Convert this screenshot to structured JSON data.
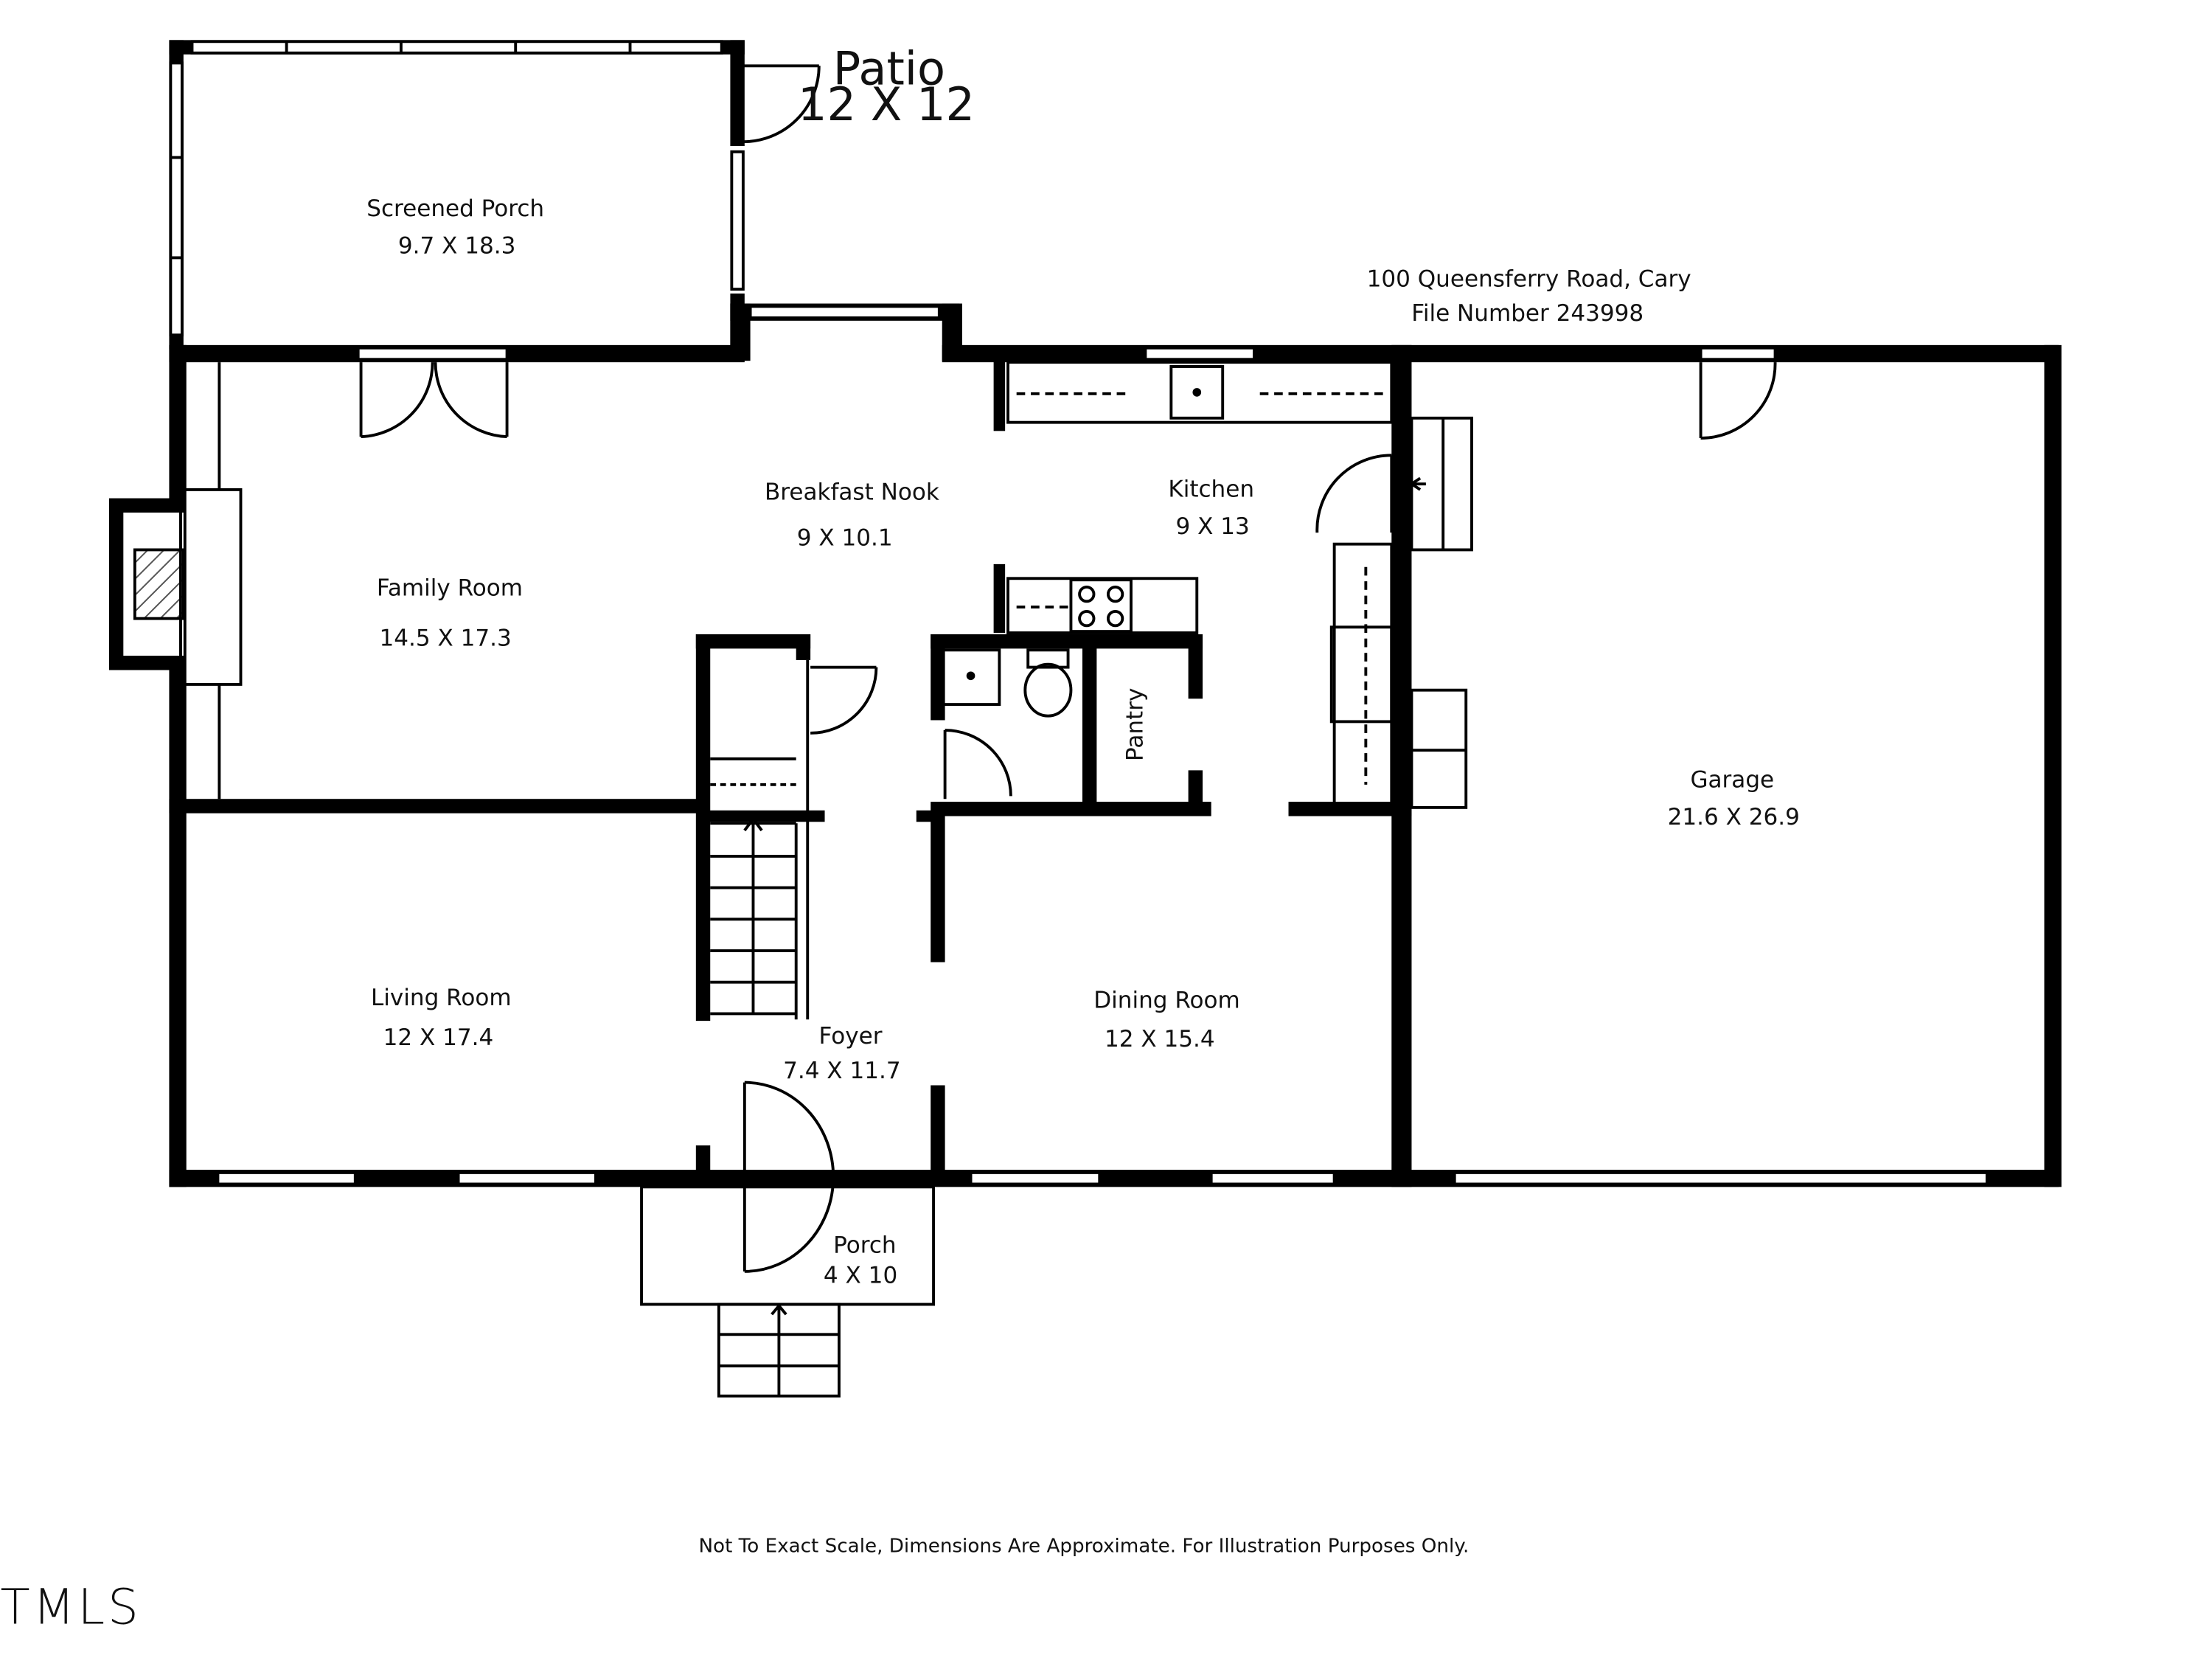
{
  "header": {
    "address": "100 Queensferry Road, Cary",
    "file_number": "File Number 243998"
  },
  "rooms": {
    "patio": {
      "name": "Patio",
      "dims": "12 X 12"
    },
    "screened": {
      "name": "Screened Porch",
      "dims": "9.7 X 18.3"
    },
    "nook": {
      "name": "Breakfast Nook",
      "dims": "9 X 10.1"
    },
    "kitchen": {
      "name": "Kitchen",
      "dims": "9 X 13"
    },
    "family": {
      "name": "Family Room",
      "dims": "14.5 X 17.3"
    },
    "pantry": {
      "name": "Pantry"
    },
    "garage": {
      "name": "Garage",
      "dims": "21.6 X 26.9"
    },
    "living": {
      "name": "Living Room",
      "dims": "12 X 17.4"
    },
    "foyer": {
      "name": "Foyer",
      "dims": "7.4 X 11.7"
    },
    "dining": {
      "name": "Dining Room",
      "dims": "12 X 15.4"
    },
    "porch": {
      "name": "Porch",
      "dims": "4 X 10"
    }
  },
  "footer": {
    "disclaimer": "Not To Exact Scale, Dimensions Are Approximate. For Illustration Purposes Only.",
    "watermark": "TMLS"
  },
  "colors": {
    "wall": "#000000",
    "background": "#ffffff",
    "text": "#111111",
    "hatch": "#555555"
  }
}
